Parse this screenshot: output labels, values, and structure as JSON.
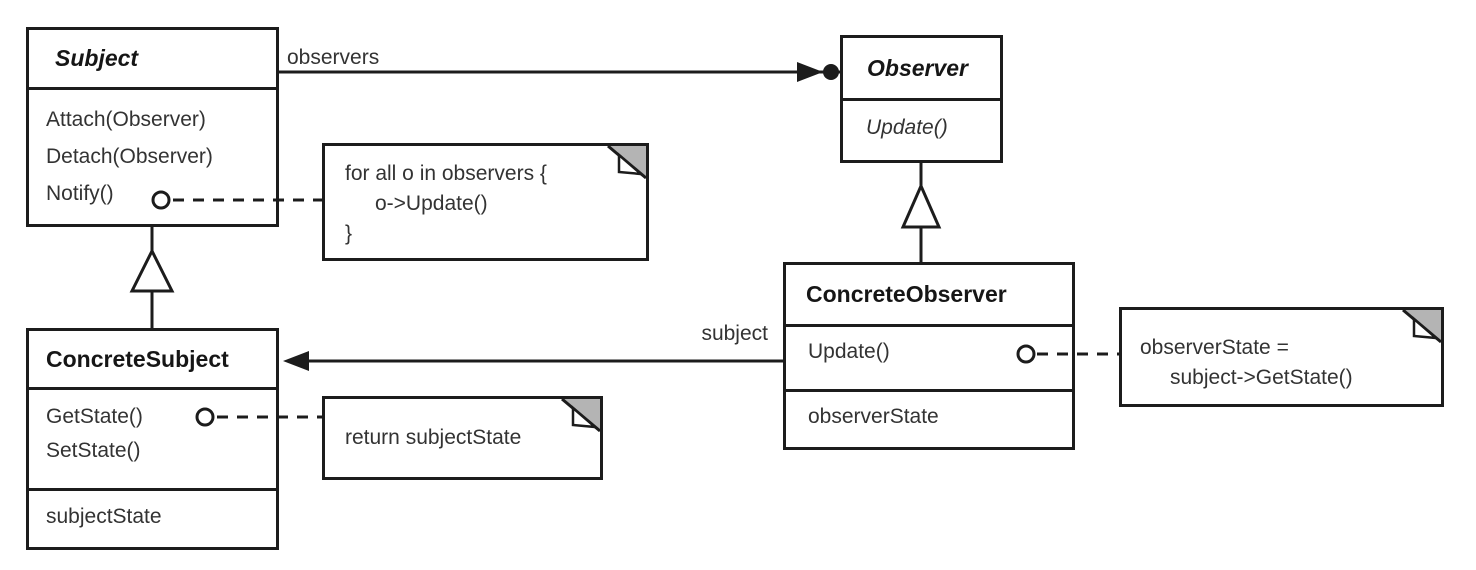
{
  "colors": {
    "stroke": "#1c1c1c",
    "text": "#333333",
    "title_text": "#161616",
    "note_fold_gray": "#b4b4b4",
    "background": "#ffffff"
  },
  "classes": {
    "subject": {
      "name": "Subject",
      "methods": [
        "Attach(Observer)",
        "Detach(Observer)",
        "Notify()"
      ]
    },
    "observer": {
      "name": "Observer",
      "methods": [
        "Update()"
      ]
    },
    "concrete_subject": {
      "name": "ConcreteSubject",
      "methods": [
        "GetState()",
        "SetState()"
      ],
      "attributes": [
        "subjectState"
      ]
    },
    "concrete_observer": {
      "name": "ConcreteObserver",
      "methods": [
        "Update()"
      ],
      "attributes": [
        "observerState"
      ]
    }
  },
  "associations": {
    "observers": {
      "label": "observers"
    },
    "subject": {
      "label": "subject"
    }
  },
  "notes": {
    "notify": {
      "line1": "for all o in observers {",
      "line2": "o->Update()",
      "line3": "}"
    },
    "get_state": {
      "line1": "return subjectState"
    },
    "update": {
      "line1": "observerState =",
      "line2": "subject->GetState()"
    }
  }
}
